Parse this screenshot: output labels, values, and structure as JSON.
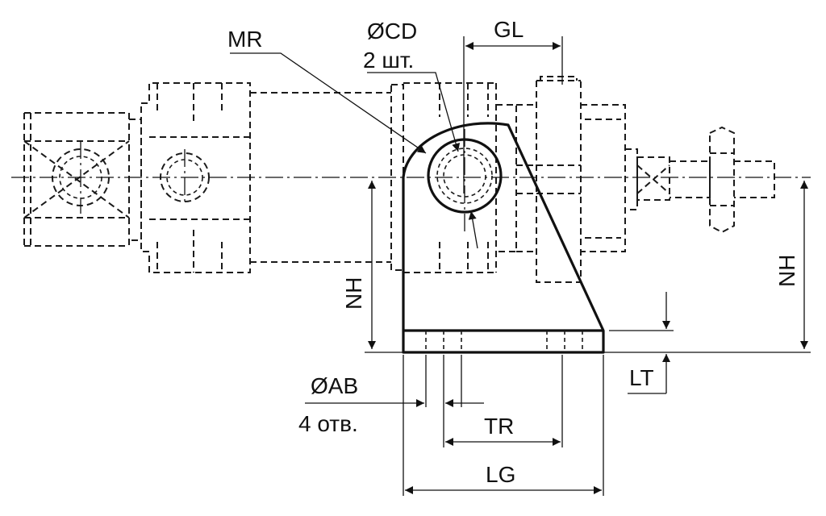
{
  "labels": {
    "mr": "MR",
    "cd": "ØCD",
    "cd_qty": "2 шт.",
    "gl": "GL",
    "nh_left": "NH",
    "nh_right": "NH",
    "ab": "ØAB",
    "ab_qty": "4 отв.",
    "lt": "LT",
    "tr": "TR",
    "lg": "LG"
  }
}
